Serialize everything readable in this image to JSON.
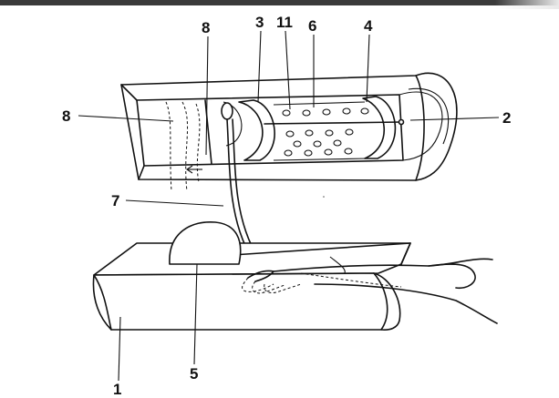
{
  "labels": {
    "l1": "1",
    "l2": "2",
    "l3": "3",
    "l4": "4",
    "l5": "5",
    "l6": "6",
    "l7": "7",
    "l8a": "8",
    "l8b": "8",
    "l11": "11"
  }
}
